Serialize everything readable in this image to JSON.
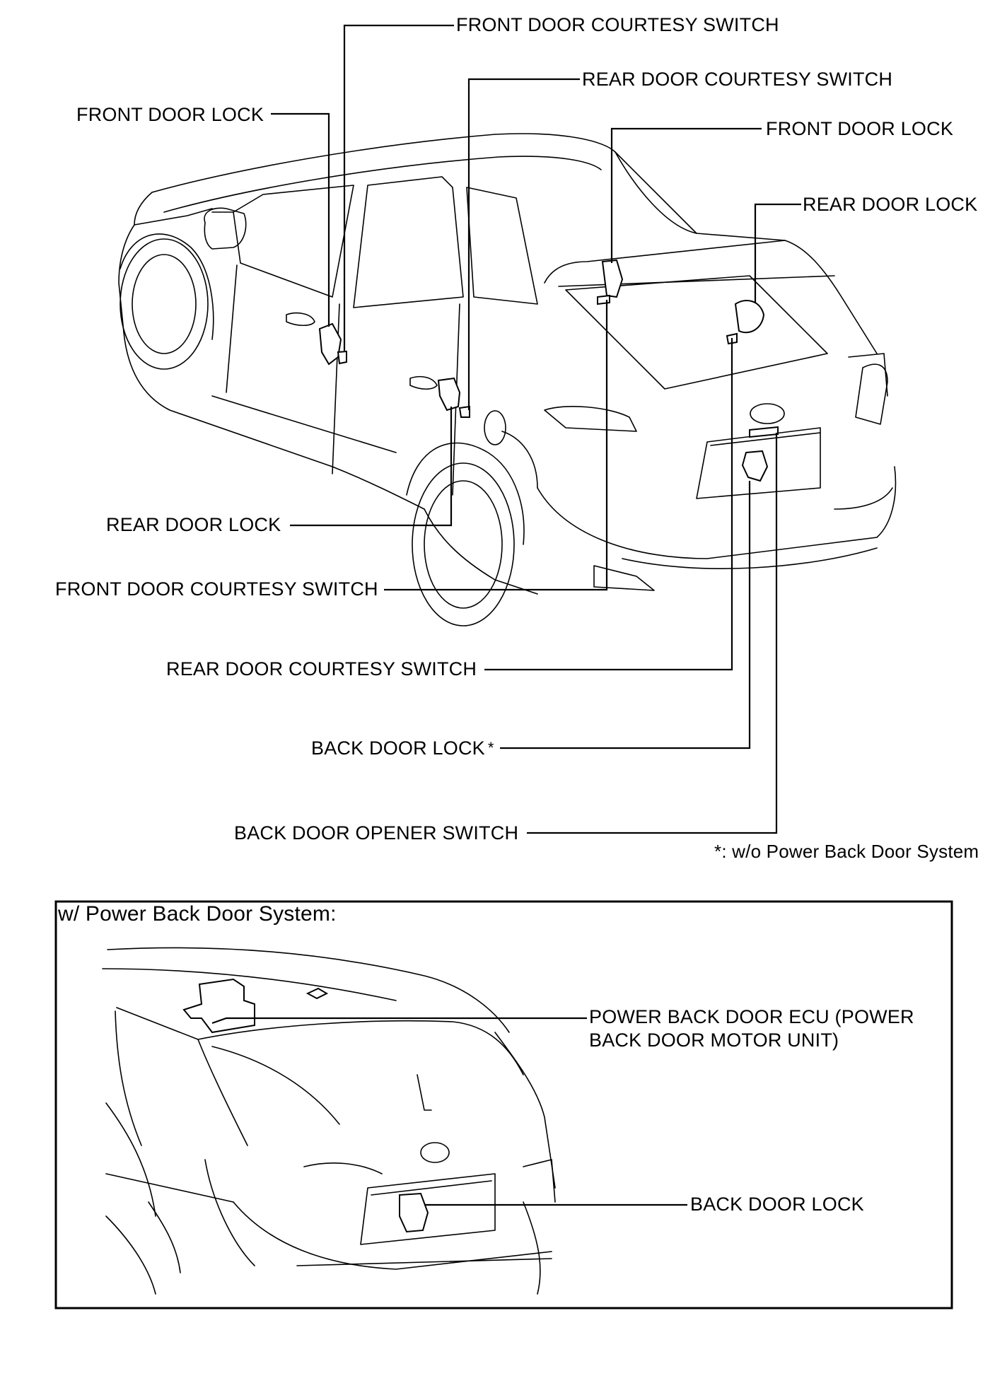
{
  "main_diagram": {
    "labels": {
      "front_door_courtesy_switch_top": "FRONT DOOR COURTESY SWITCH",
      "rear_door_courtesy_switch_top": "REAR DOOR COURTESY SWITCH",
      "front_door_lock_left": "FRONT DOOR LOCK",
      "front_door_lock_right": "FRONT DOOR LOCK",
      "rear_door_lock_right": "REAR DOOR LOCK",
      "rear_door_lock_left": "REAR DOOR LOCK",
      "front_door_courtesy_switch_left": "FRONT DOOR COURTESY SWITCH",
      "rear_door_courtesy_switch_bottom": "REAR DOOR COURTESY SWITCH",
      "back_door_lock": "BACK DOOR LOCK",
      "back_door_lock_asterisk": "*",
      "back_door_opener_switch": "BACK DOOR OPENER SWITCH"
    },
    "footnote": "*: w/o Power Back Door System"
  },
  "inset": {
    "title": "w/ Power Back Door System:",
    "labels": {
      "power_back_door_ecu": "POWER BACK DOOR ECU (POWER\nBACK DOOR MOTOR UNIT)",
      "back_door_lock": "BACK DOOR LOCK"
    }
  },
  "colors": {
    "line": "#000000",
    "background": "#ffffff"
  }
}
